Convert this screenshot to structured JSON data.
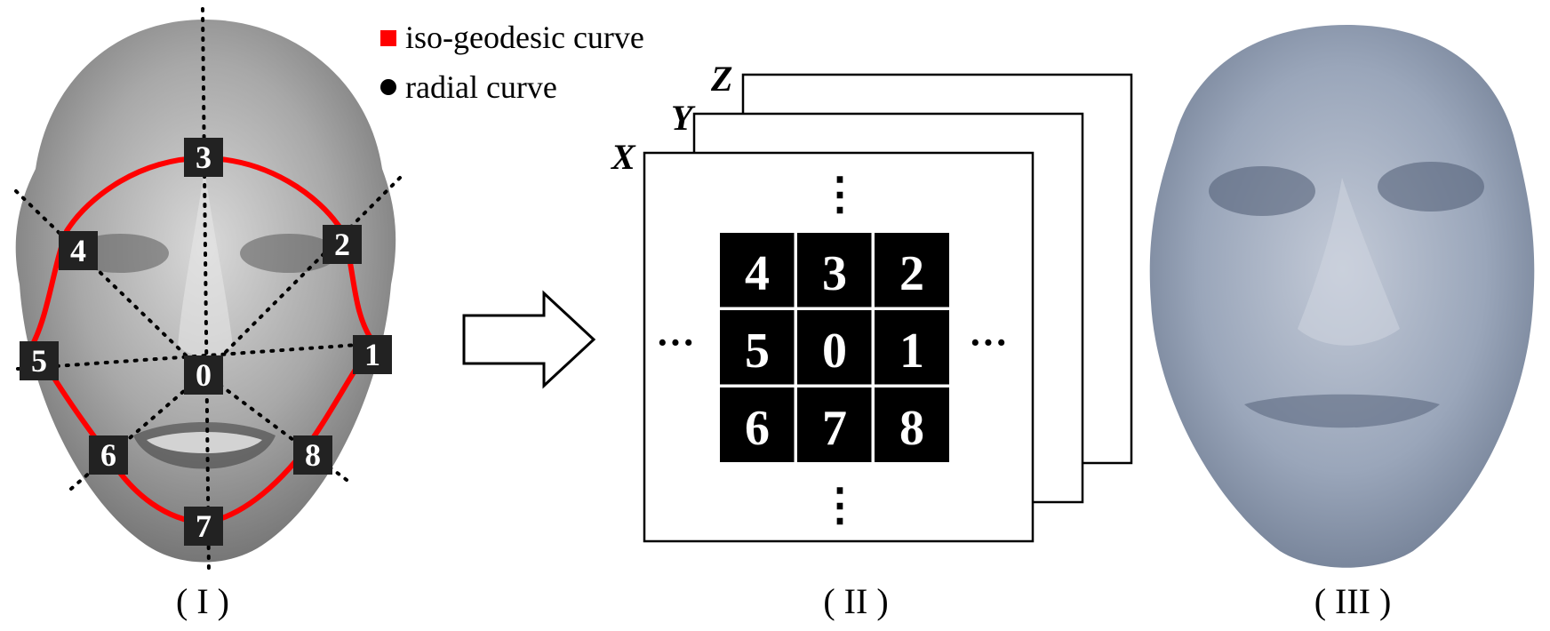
{
  "legend": {
    "iso_label": "iso-geodesic curve",
    "radial_label": "radial curve",
    "iso_color": "#ff0000",
    "radial_color": "#000000"
  },
  "face_points": [
    "0",
    "1",
    "2",
    "3",
    "4",
    "5",
    "6",
    "7",
    "8"
  ],
  "grid": {
    "rows": [
      [
        "4",
        "3",
        "2"
      ],
      [
        "5",
        "0",
        "1"
      ],
      [
        "6",
        "7",
        "8"
      ]
    ],
    "channels": [
      "X",
      "Y",
      "Z"
    ],
    "left_ellipsis": "···",
    "right_ellipsis": "···",
    "top_ellipsis": "⋮",
    "bottom_ellipsis": "⋮"
  },
  "captions": [
    "( I )",
    "( II )",
    "( III )"
  ],
  "colors": {
    "face_gray": "#9a9a9a",
    "face_blue": "#8e9bb0",
    "cell_bg": "#000000",
    "cell_text": "#ffffff"
  }
}
